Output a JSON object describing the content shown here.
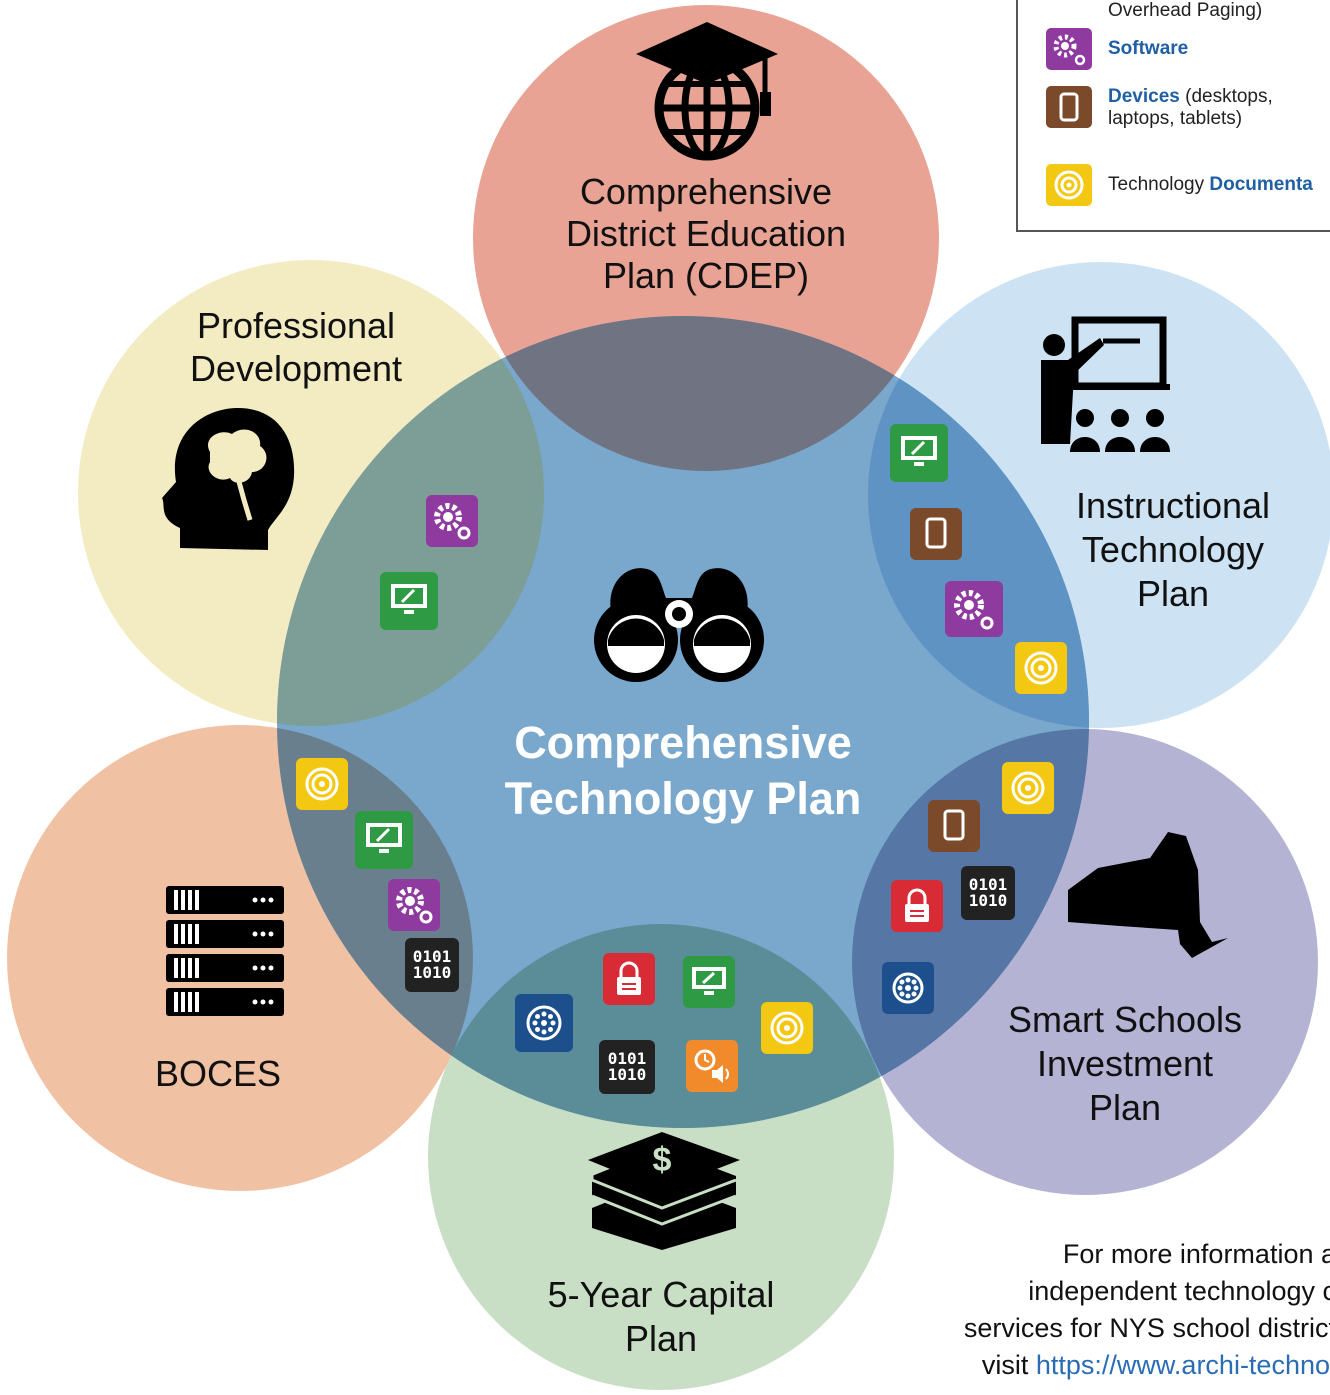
{
  "circles": {
    "center": {
      "label_line1": "Comprehensive",
      "label_line2": "Technology Plan"
    },
    "cdep": {
      "line1": "Comprehensive",
      "line2": "District Education",
      "line3": "Plan (CDEP)"
    },
    "professional": {
      "line1": "Professional",
      "line2": "Development"
    },
    "instructional": {
      "line1": "Instructional",
      "line2": "Technology",
      "line3": "Plan"
    },
    "boces": {
      "line1": "BOCES"
    },
    "smart": {
      "line1": "Smart Schools",
      "line2": "Investment",
      "line3": "Plan"
    },
    "capital": {
      "line1": "5-Year Capital",
      "line2": "Plan"
    }
  },
  "icon_text": {
    "binary1": "0101",
    "binary2": "1010"
  },
  "legend": {
    "top_text": "Overhead Paging)",
    "software_label": "Software",
    "devices_label": "Devices",
    "devices_rest": " (desktops,",
    "devices_line2": "laptops, tablets)",
    "documentation_prefix": "Technology ",
    "documentation_label": "Documenta"
  },
  "footer": {
    "line1": "For more information a",
    "line2": "independent technology c",
    "line3": "services for NYS school district",
    "line4_prefix": "visit ",
    "line4_link": "https://www.archi-technol"
  },
  "colors": {
    "cdep": "#e8a394",
    "professional": "#f3ecc3",
    "instructional": "#cde2f3",
    "boces": "#f0c2a3",
    "smart": "#b5b3d4",
    "capital": "#c9dfc5",
    "center": "#6b9cc6",
    "software": "#8e3a9e",
    "devices": "#7b4a2a",
    "documentation": "#f2c812",
    "classroom": "#2e9a44",
    "security": "#d82b35",
    "network": "#1c4f8c",
    "binary": "#222222",
    "paging": "#f08a2a",
    "link": "#2a6db5"
  }
}
